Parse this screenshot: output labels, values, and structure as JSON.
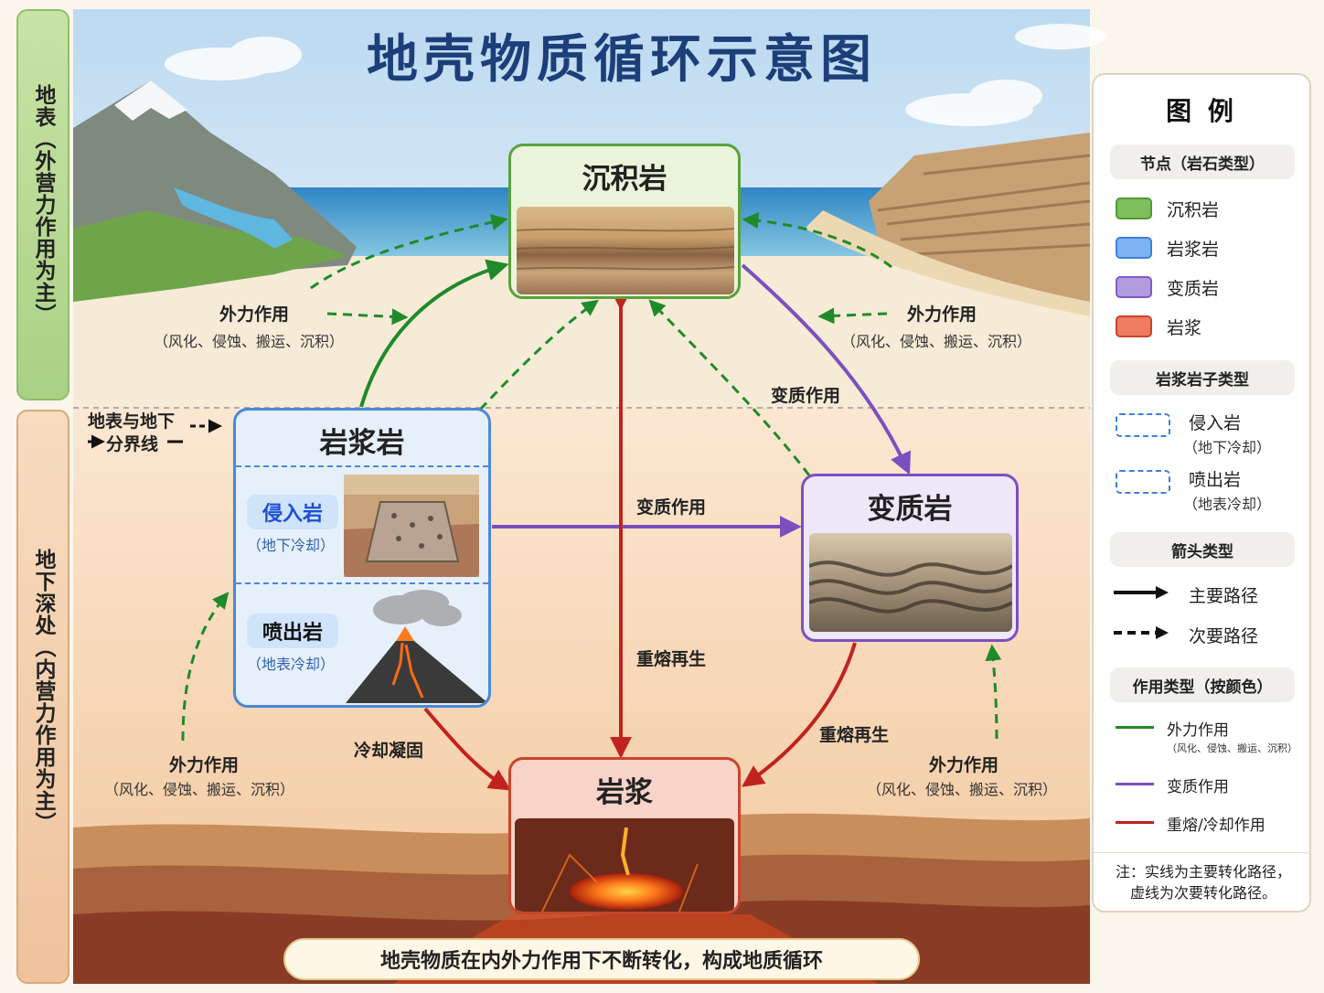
{
  "title": "地壳物质循环示意图",
  "side_labels": {
    "surface": "地表（外营力作用为主）",
    "underground": "地下深处（内营力作用为主）"
  },
  "boundary_label": {
    "line1": "地表与地下",
    "line2": "分界线"
  },
  "nodes": {
    "sedimentary": "沉积岩",
    "igneous": "岩浆岩",
    "intrusive": "侵入岩",
    "intrusive_note": "（地下冷却）",
    "extrusive": "喷出岩",
    "extrusive_note": "（地表冷却）",
    "metamorphic": "变质岩",
    "magma": "岩浆"
  },
  "arrow_labels": {
    "external_force": "外力作用",
    "external_detail": "（风化、侵蚀、搬运、沉积）",
    "metamorphism": "变质作用",
    "remelting": "重熔再生",
    "cooling": "冷却凝固"
  },
  "legend": {
    "title": "图 例",
    "nodes_head": "节点（岩石类型）",
    "node_items": [
      {
        "label": "沉积岩",
        "color": "#7fbf5b",
        "border": "#4f9a34"
      },
      {
        "label": "岩浆岩",
        "color": "#7db3f0",
        "border": "#3f80d6"
      },
      {
        "label": "变质岩",
        "color": "#b39be0",
        "border": "#7d5dc6"
      },
      {
        "label": "岩浆",
        "color": "#ef7b61",
        "border": "#c8452c"
      }
    ],
    "subtype_head": "岩浆岩子类型",
    "subtype_items": [
      {
        "label": "侵入岩",
        "note": "（地下冷却）"
      },
      {
        "label": "喷出岩",
        "note": "（地表冷却）"
      }
    ],
    "arrow_head": "箭头类型",
    "arrow_items": [
      "主要路径",
      "次要路径"
    ],
    "process_head": "作用类型（按颜色）",
    "process_items": [
      {
        "label": "外力作用",
        "note": "（风化、侵蚀、搬运、沉积）",
        "color": "#1f8a2a"
      },
      {
        "label": "变质作用",
        "note": "",
        "color": "#7b4fc0"
      },
      {
        "label": "重熔/冷却作用",
        "note": "",
        "color": "#c0231d"
      }
    ],
    "note": "注：实线为主要转化路径，虚线为次要转化路径。"
  },
  "footer": "地壳物质在内外力作用下不断转化，构成地质循环",
  "colors": {
    "external": "#1f8a2a",
    "metamorphic": "#7b4fc0",
    "magmatic": "#c0231d",
    "title": "#1c3f79"
  }
}
